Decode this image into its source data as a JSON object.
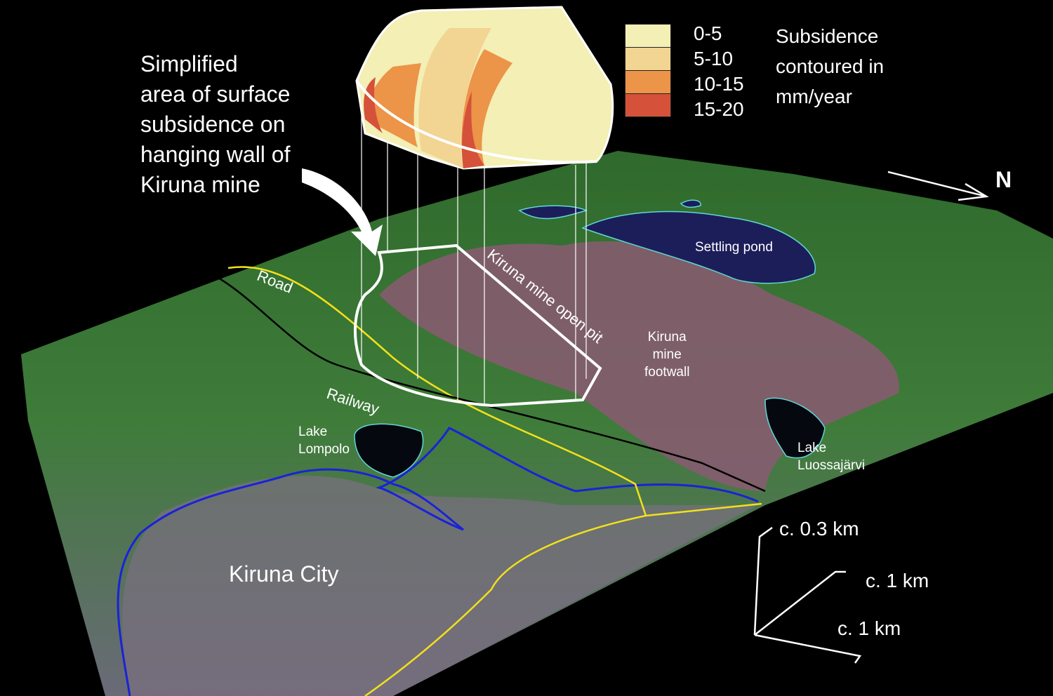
{
  "annotation": {
    "title_lines": [
      "Simplified",
      "area of surface",
      "subsidence on",
      "hanging wall of",
      "Kiruna mine"
    ]
  },
  "legend": {
    "title_lines": [
      "Subsidence",
      "contoured in",
      "mm/year"
    ],
    "items": [
      {
        "label": "0-5",
        "color": "#f3efb5"
      },
      {
        "label": "5-10",
        "color": "#f2d493"
      },
      {
        "label": "10-15",
        "color": "#ec9448"
      },
      {
        "label": "15-20",
        "color": "#d5513a"
      }
    ]
  },
  "map_labels": {
    "road": "Road",
    "railway": "Railway",
    "open_pit": "Kiruna mine open pit",
    "footwall_lines": [
      "Kiruna",
      "mine",
      "footwall"
    ],
    "settling_pond": "Settling pond",
    "lake_lompolo_lines": [
      "Lake",
      "Lompolo"
    ],
    "lake_luossajarvi_lines": [
      "Lake",
      "Luossajärvi"
    ],
    "city": "Kiruna City"
  },
  "north_arrow": {
    "label": "N"
  },
  "scale": {
    "vertical": "c. 0.3 km",
    "axis1": "c. 1 km",
    "axis2": "c. 1 km"
  },
  "colors": {
    "road": "#f2e11a",
    "railway": "#000000",
    "city_boundary": "#1a22d8",
    "lakes": "#5fd8d8",
    "terrain": "#3d7a3a",
    "mine": "#8a5a72"
  }
}
